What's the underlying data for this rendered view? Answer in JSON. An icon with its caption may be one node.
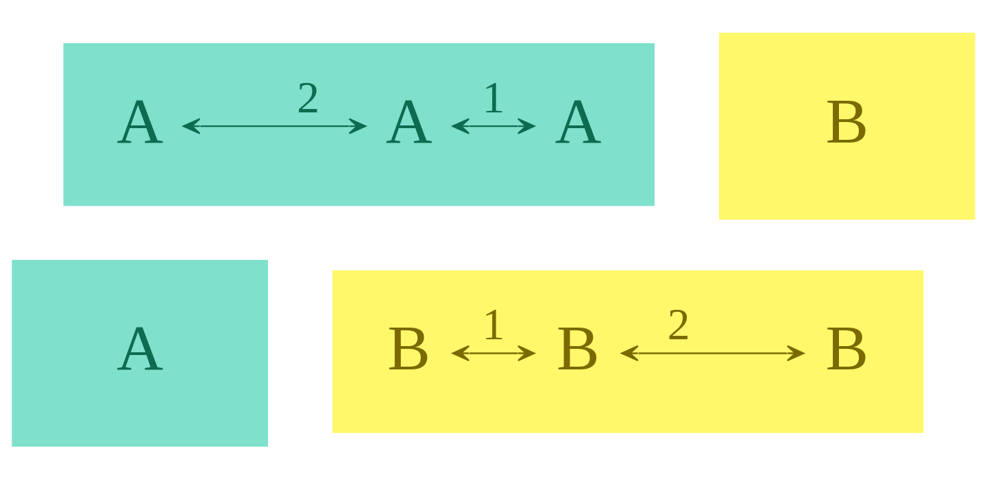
{
  "diagram": {
    "nodes": [
      {
        "text": [
          "A"
        ]
      },
      {
        "text": [],
        "shape": "box"
      },
      {
        "text": [
          "B"
        ],
        "in": 1
      },
      {
        "text": [
          "B"
        ],
        "in": 1
      },
      {
        "text": [
          "B"
        ],
        "in": 1
      },
      {
        "text": [],
        "shape": "box"
      },
      {
        "text": [
          "A"
        ],
        "in": 5
      },
      {
        "text": [
          "A"
        ],
        "in": 5
      },
      {
        "text": [
          "A"
        ],
        "in": 5
      },
      {
        "text": [
          "B"
        ]
      }
    ],
    "edges": [
      {
        "from": 2,
        "to": 3,
        "arrow": "both",
        "label": "1",
        "color": "#7a6a00"
      },
      {
        "from": 3,
        "to": 4,
        "arrow": "both",
        "label": "2",
        "color": "#7a6a00"
      },
      {
        "from": 6,
        "to": 7,
        "arrow": "both",
        "label": "2",
        "color": "#0d6b50"
      },
      {
        "from": 7,
        "to": 8,
        "arrow": "both",
        "label": "1",
        "color": "#0d6b50"
      }
    ]
  }
}
